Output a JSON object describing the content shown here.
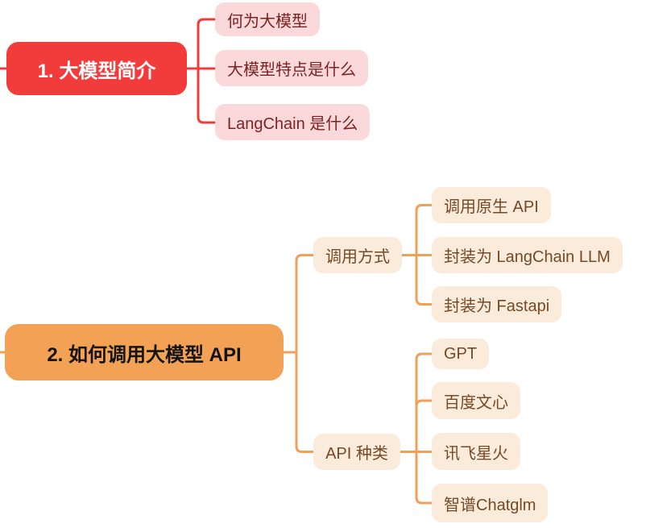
{
  "colors": {
    "background": "#FFFFFF",
    "red": "#F23B3B",
    "pink": "#FBD9DA",
    "dark_red": "#7E2224",
    "orange": "#F2A155",
    "peach": "#FBEBDB",
    "brown": "#744A26",
    "root1_text": "#FFFFFF",
    "root2_text": "#141414",
    "line_red": "#F23B3B",
    "line_orange": "#F0A057"
  },
  "mindmap": {
    "branches": [
      {
        "root": {
          "label": "1. 大模型简介"
        },
        "children": [
          {
            "label": "何为大模型"
          },
          {
            "label": "大模型特点是什么"
          },
          {
            "label": "LangChain 是什么"
          }
        ]
      },
      {
        "root": {
          "label": "2. 如何调用大模型 API"
        },
        "children": [
          {
            "label": "调用方式",
            "children": [
              {
                "label": "调用原生 API"
              },
              {
                "label": "封装为 LangChain LLM"
              },
              {
                "label": "封装为 Fastapi"
              }
            ]
          },
          {
            "label": "API 种类",
            "children": [
              {
                "label": "GPT"
              },
              {
                "label": "百度文心"
              },
              {
                "label": "讯飞星火"
              },
              {
                "label": "智谱Chatglm"
              }
            ]
          }
        ]
      }
    ]
  }
}
